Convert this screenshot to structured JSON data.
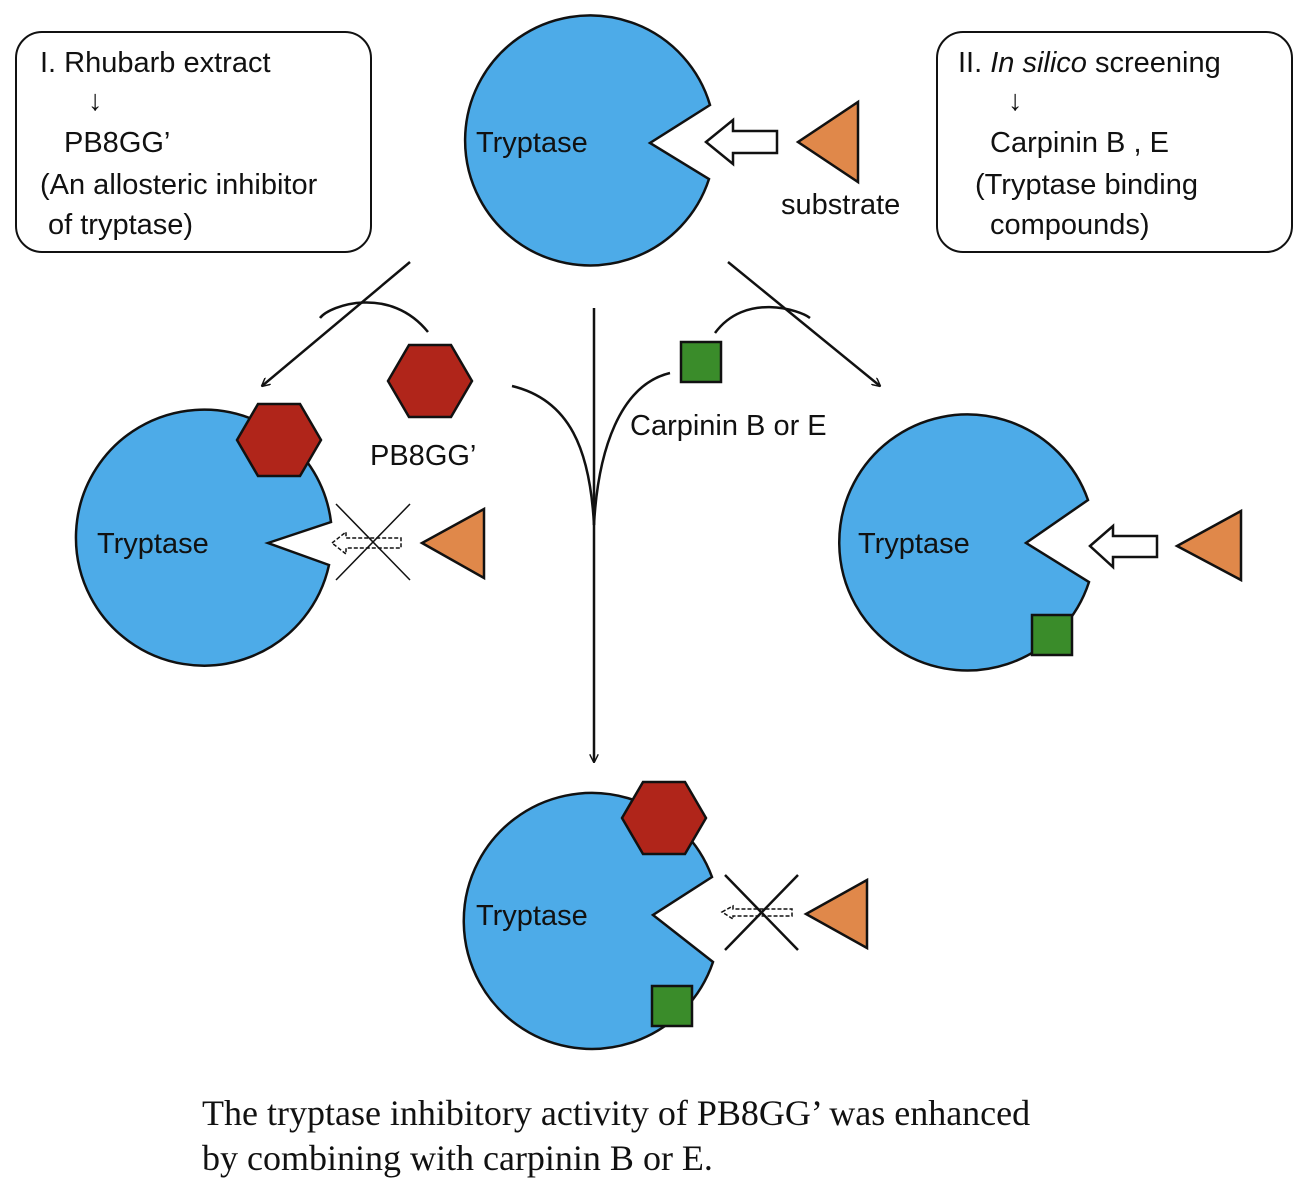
{
  "box_left": {
    "line1": "I. Rhubarb extract",
    "arrow": "↓",
    "line2": "PB8GG’",
    "line3": "(An allosteric inhibitor",
    "line4": "of tryptase)"
  },
  "box_right": {
    "prefix": "II. ",
    "italic": "In silico",
    "suffix": " screening",
    "arrow": "↓",
    "line2": "Carpinin B , E",
    "line3": "(Tryptase binding",
    "line4": "compounds)"
  },
  "enzyme_label": "Tryptase",
  "substrate_label": "substrate",
  "inhibitor_label": "PB8GG’",
  "binder_label": "Carpinin B or E",
  "caption": {
    "line1": "The tryptase inhibitory activity of PB8GG’ was enhanced",
    "line2": "by combining with carpinin B or E."
  },
  "colors": {
    "enzyme": "#4dabe8",
    "inhibitor_hexagon": "#b0251a",
    "binder_square": "#3a8c2a",
    "substrate_triangle": "#e0884a"
  }
}
